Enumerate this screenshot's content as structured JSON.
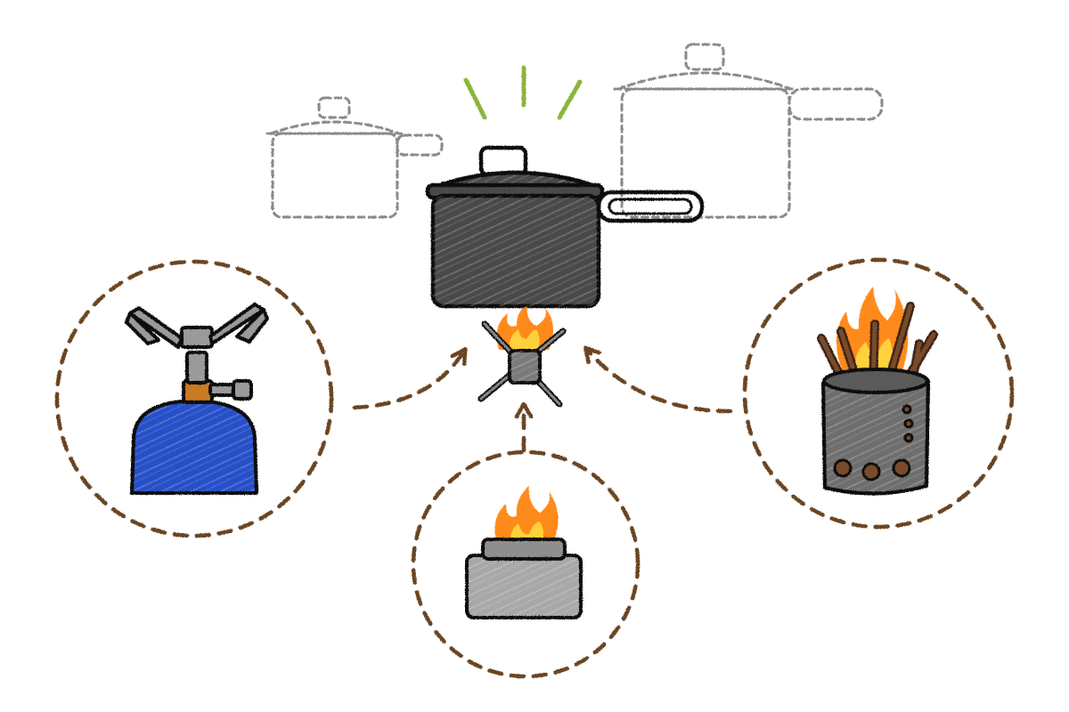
{
  "colors": {
    "background": "#ffffff",
    "outline": "#111111",
    "pot_fill": "#4a4a4a",
    "ghost_pot_stroke": "#8a8a8a",
    "steam": "#8db43c",
    "dashed_brown": "#6b4423",
    "gas_canister": "#2550c8",
    "brass_valve": "#c97a22",
    "burner_metal": "#8a8a8a",
    "alcohol_burner": "#9e9e9e",
    "wood_stove": "#6e6e6e",
    "sticks": "#7a4b2a",
    "flame_outer": "#ff8a1a",
    "flame_inner": "#ffd23a"
  },
  "nodes": [
    {
      "id": "pot",
      "icon": "cooking-pot-icon"
    },
    {
      "id": "pot-stand",
      "icon": "pot-stand-icon"
    },
    {
      "id": "small-pot",
      "icon": "small-pot-outline-icon"
    },
    {
      "id": "large-pot",
      "icon": "large-pot-outline-icon"
    },
    {
      "id": "gas-stove",
      "icon": "gas-canister-stove-icon"
    },
    {
      "id": "alcohol-stove",
      "icon": "alcohol-burner-icon"
    },
    {
      "id": "wood-stove",
      "icon": "wood-burning-stove-icon"
    }
  ],
  "edges": [
    {
      "from": "gas-stove",
      "to": "pot-stand"
    },
    {
      "from": "alcohol-stove",
      "to": "pot-stand"
    },
    {
      "from": "wood-stove",
      "to": "pot-stand"
    }
  ]
}
